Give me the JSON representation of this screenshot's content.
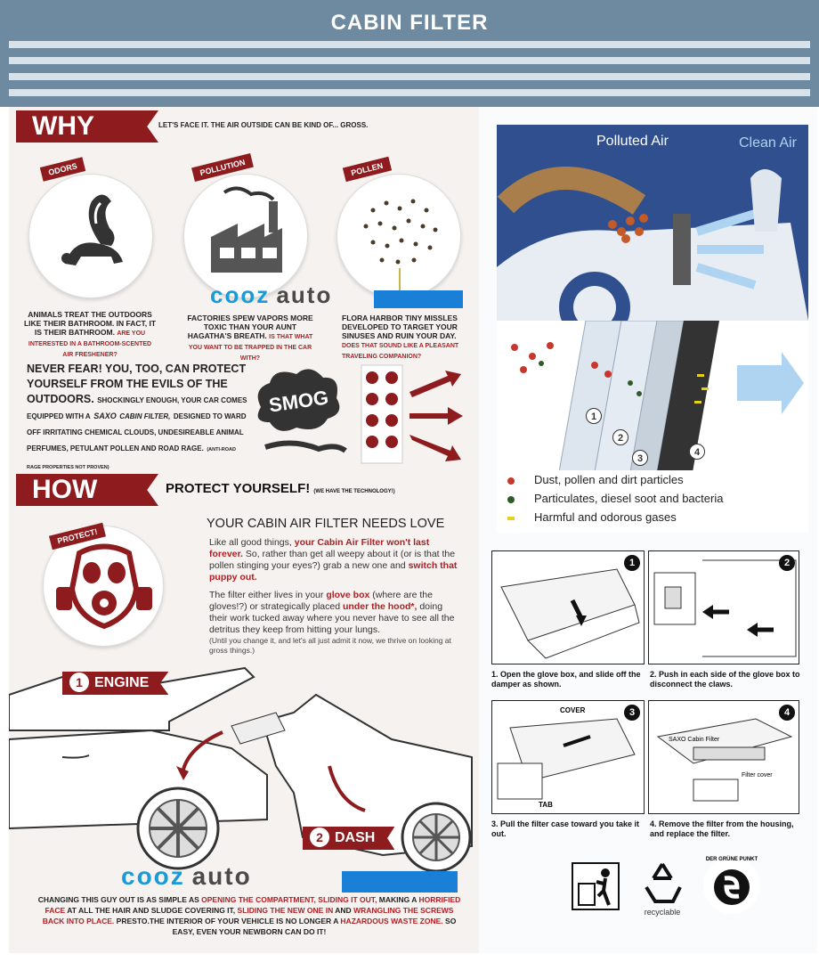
{
  "header": {
    "title": "CABIN FILTER"
  },
  "why": {
    "banner": "WHY",
    "intro": "LET'S FACE IT. THE AIR OUTSIDE CAN BE KIND OF... GROSS.",
    "items": [
      {
        "tag": "ODORS",
        "text": "ANIMALS TREAT THE OUTDOORS LIKE THEIR BATHROOM. IN FACT, IT IS THEIR BATHROOM.",
        "aside": "ARE YOU INTERESTED IN A BATHROOM-SCENTED AIR FRESHENER?"
      },
      {
        "tag": "POLLUTION",
        "text": "FACTORIES SPEW VAPORS MORE TOXIC THAN YOUR AUNT HAGATHA'S BREATH.",
        "aside": "IS THAT WHAT YOU WANT TO BE TRAPPED IN THE CAR WITH?"
      },
      {
        "tag": "POLLEN",
        "text": "FLORA HARBOR TINY MISSLES DEVELOPED TO TARGET YOUR SINUSES AND RUIN YOUR DAY.",
        "aside": "DOES THAT SOUND LIKE A PLEASANT TRAVELING COMPANION?"
      }
    ],
    "never_fear": "NEVER FEAR! YOU, TOO, CAN PROTECT YOURSELF FROM THE EVILS OF THE OUTDOORS.",
    "never_fear_small_1": "SHOCKINGLY ENOUGH, YOUR CAR COMES EQUIPPED WITH A",
    "brand": "SAXO",
    "brand_suffix": "CABIN FILTER,",
    "never_fear_small_2": "DESIGNED TO WARD OFF IRRITATING CHEMICAL CLOUDS, UNDESIREABLE ANIMAL PERFUMES, PETULANT POLLEN AND ROAD RAGE.",
    "never_fear_note": "(ANTI-ROAD RAGE PROPERTIES NOT PROVEN)",
    "smog": "SMOG"
  },
  "how": {
    "banner": "HOW",
    "protect": "PROTECT YOURSELF!",
    "protect_note": "(WE HAVE THE TECHNOLOGY!)",
    "protect_tag": "PROTECT!",
    "needs_love": "YOUR CABIN AIR FILTER NEEDS LOVE",
    "p1a": "Like all good things,",
    "p1b": "your Cabin Air Filter won't last forever.",
    "p1c": "So, rather than get all weepy about it (or is that the pollen stinging your eyes?) grab a new one and",
    "p1d": "switch that puppy out.",
    "p2a": "The filter either lives in your",
    "p2b": "glove box",
    "p2c": "(where are the gloves!?) or strategically placed",
    "p2d": "under the hood*,",
    "p2e": "doing their work tucked away where you never have to see all the detritus they keep from hitting your lungs.",
    "p3": "(Until you change it, and let's all just admit it now, we thrive on looking at gross things.)",
    "engine_num": "1",
    "engine": "ENGINE",
    "dash_num": "2",
    "dash": "DASH"
  },
  "footer_text": {
    "a": "CHANGING THIS GUY OUT IS AS SIMPLE AS",
    "b": "OPENING THE COMPARTMENT, SLIDING IT OUT,",
    "c": "MAKING A",
    "d": "HORRIFIED FACE",
    "e": "AT ALL THE HAIR AND SLUDGE COVERING IT,",
    "f": "SLIDING THE NEW ONE IN",
    "g": "AND",
    "h": "WRANGLING THE SCREWS BACK INTO PLACE.",
    "i": "PRESTO.THE INTERIOR OF YOUR VEHICLE IS NO LONGER A",
    "j": "HAZARDOUS WASTE ZONE.",
    "k": "SO EASY, EVEN YOUR NEWBORN CAN DO IT!"
  },
  "watermark": {
    "cooz": "cooz",
    "auto": "auto"
  },
  "air": {
    "polluted": "Polluted Air",
    "clean": "Clean Air"
  },
  "layers": [
    "1",
    "2",
    "3",
    "4"
  ],
  "legend": [
    {
      "text": "Dust, pollen and dirt particles",
      "color": "#c8372d"
    },
    {
      "text": "Particulates, diesel soot and bacteria",
      "color": "#2f5a2a"
    },
    {
      "text": "Harmful and odorous gases",
      "color": "#e8d11c"
    }
  ],
  "steps": [
    {
      "num": "1",
      "caption": "1. Open the glove box, and slide off the damper as shown."
    },
    {
      "num": "2",
      "caption": "2. Push in each side of the glove box to disconnect the claws."
    },
    {
      "num": "3",
      "caption": "3. Pull the filter case toward you take it out.",
      "label_cover": "COVER",
      "label_tab": "TAB"
    },
    {
      "num": "4",
      "caption": "4. Remove the filter from the housing, and replace the filter.",
      "label_filter": "SAXO Cabin Filter",
      "label_cover": "Filter cover"
    }
  ],
  "symbols": {
    "recyclable": "recyclable",
    "gruene": "DER GRÜNE PUNKT"
  }
}
